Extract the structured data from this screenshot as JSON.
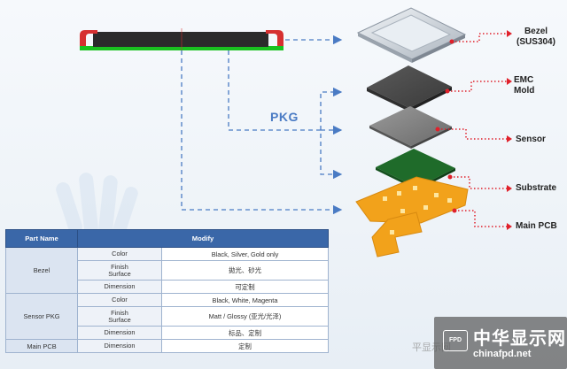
{
  "diagram": {
    "labels": {
      "bezel": "Bezel\n(SUS304)",
      "emc": "EMC\nMold",
      "sensor": "Sensor",
      "substrate": "Substrate",
      "main_pcb": "Main PCB",
      "pkg": "PKG"
    },
    "colors": {
      "arrow": "#4a7bc4",
      "pointer": "#e0202a",
      "bezel_red": "#d63030",
      "pcb_green": "#19c21f",
      "module_dark": "#2b2b2b",
      "substrate_green": "#1f6b2a",
      "flex_orange": "#f2a21b"
    }
  },
  "table": {
    "headers": {
      "part": "Part Name",
      "modify": "Modify"
    },
    "rows": [
      {
        "part": "Bezel",
        "attr": "Color",
        "value": "Black, Silver, Gold only"
      },
      {
        "part": "",
        "attr": "Finish\nSurface",
        "value": "拋光、砂光"
      },
      {
        "part": "",
        "attr": "Dimension",
        "value": "可定制"
      },
      {
        "part": "Sensor PKG",
        "attr": "Color",
        "value": "Black, White, Magenta"
      },
      {
        "part": "",
        "attr": "Finish\nSurface",
        "value": "Matt / Glossy (亚光/光泽)"
      },
      {
        "part": "",
        "attr": "Dimension",
        "value": "标品、定制"
      },
      {
        "part": "Main PCB",
        "attr": "Dimension",
        "value": "定制"
      }
    ]
  },
  "watermark": {
    "badge": "FPD",
    "chinese": "中华显示网",
    "url": "chinafpd.net",
    "ghost": "平显示网"
  }
}
